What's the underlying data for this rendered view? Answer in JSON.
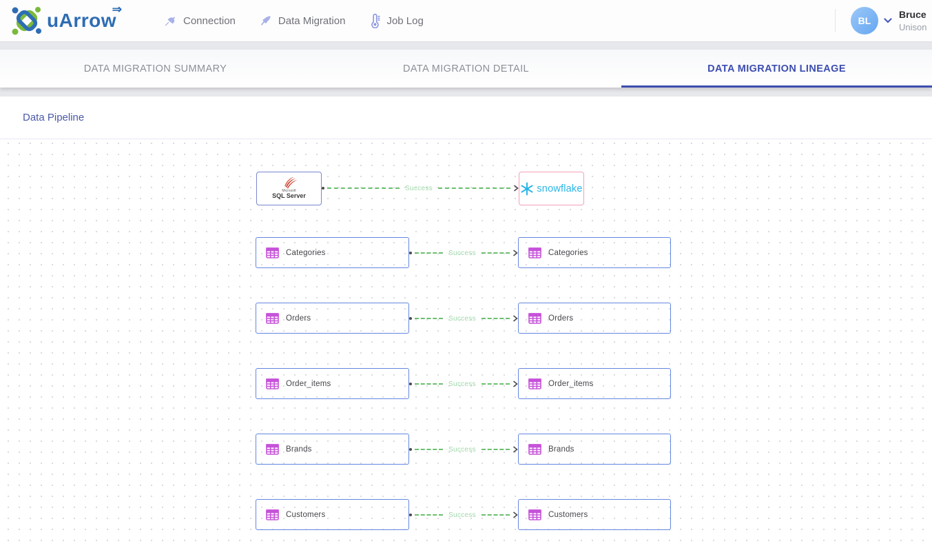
{
  "header": {
    "logo": {
      "text": "uArrow",
      "arrow_mark": "⇒"
    },
    "nav": [
      {
        "label": "Connection",
        "icon": "plug-icon"
      },
      {
        "label": "Data Migration",
        "icon": "rocket-icon"
      },
      {
        "label": "Job Log",
        "icon": "thermometer-icon"
      }
    ],
    "user": {
      "initials": "BL",
      "name": "Bruce",
      "org": "Unison"
    }
  },
  "tabs": [
    {
      "label": "DATA MIGRATION SUMMARY",
      "active": false
    },
    {
      "label": "DATA MIGRATION DETAIL",
      "active": false
    },
    {
      "label": "DATA MIGRATION LINEAGE",
      "active": true
    }
  ],
  "section": {
    "title": "Data Pipeline"
  },
  "pipeline": {
    "status_label": "Success",
    "source_system": {
      "brand": "Microsoft",
      "name": "SQL Server"
    },
    "target_system": {
      "name": "snowflake"
    },
    "tables": [
      "Categories",
      "Orders",
      "Order_items",
      "Brands",
      "Customers"
    ]
  },
  "colors": {
    "accent": "#3c4db0",
    "success_line": "#6abf6e",
    "success_label": "#9fd8a8",
    "table_border": "#6286e0",
    "source_border": "#7986cb",
    "target_border": "#f2a0b5",
    "table_icon": "#c653d9",
    "snowflake": "#29b5e8",
    "logo_blue": "#2e6db4",
    "logo_green": "#7cb93c"
  }
}
